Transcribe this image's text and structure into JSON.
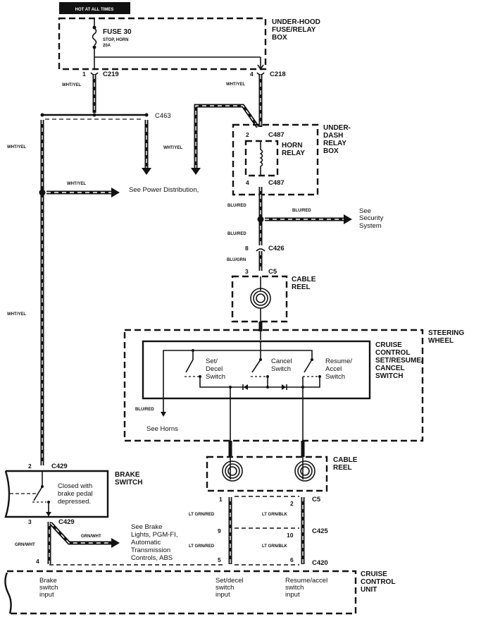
{
  "header": {
    "hot_label": "HOT AT ALL TIMES"
  },
  "fuse_box": {
    "title": [
      "UNDER-HOOD",
      "FUSE/RELAY",
      "BOX"
    ],
    "fuse_name": "FUSE 30",
    "fuse_desc": "STOP, HORN",
    "fuse_rating": "20A"
  },
  "connectors": {
    "c219_pin": "1",
    "c219": "C219",
    "c218_pin": "4",
    "c218": "C218",
    "c463": "C463",
    "c487_top_pin": "2",
    "c487_top": "C487",
    "c487_bot_pin": "4",
    "c487_bot": "C487",
    "c426_pin": "8",
    "c426": "C426",
    "c5_top_pin": "3",
    "c5_top": "C5",
    "c429_top_pin": "2",
    "c429_top": "C429",
    "c429_bot_pin": "3",
    "c429_bot": "C429",
    "c5_left_pin": "1",
    "c5_right_pin": "2",
    "c5_bot": "C5",
    "c425_left_pin": "9",
    "c425_right_pin": "10",
    "c425": "C425",
    "c420_left_pin": "5",
    "c420_right_pin": "6",
    "c420": "C420",
    "brake_unit_pin": "4"
  },
  "wires": {
    "wht_yel": "WHT/YEL",
    "blu_red": "BLU/RED",
    "blu_grn": "BLU/GRN",
    "grn_wht": "GRN/WHT",
    "lt_grn_red": "LT GRN/RED",
    "lt_grn_blk": "LT GRN/BLK"
  },
  "references": {
    "power_distribution": "See Power Distribution,",
    "security": [
      "See",
      "Security",
      "System"
    ],
    "horns": "See Horns",
    "brake_lights": [
      "See Brake",
      "Lights, PGM-FI,",
      "Automatic",
      "Transmission",
      "Controls, ABS"
    ]
  },
  "relay_box": {
    "title": [
      "UNDER-",
      "DASH",
      "RELAY",
      "BOX"
    ],
    "relay": [
      "HORN",
      "RELAY"
    ]
  },
  "cable_reel": {
    "title": [
      "CABLE",
      "REEL"
    ]
  },
  "steering_wheel": {
    "title": [
      "STEERING",
      "WHEEL"
    ]
  },
  "cruise_switch": {
    "title": [
      "CRUISE",
      "CONTROL",
      "SET/RESUME/",
      "CANCEL",
      "SWITCH"
    ],
    "set_decel": [
      "Set/",
      "Decel",
      "Switch"
    ],
    "cancel": [
      "Cancel",
      "Switch"
    ],
    "resume_accel": [
      "Resume/",
      "Accel",
      "Switch"
    ]
  },
  "brake_switch": {
    "title": [
      "BRAKE",
      "SWITCH"
    ],
    "note": [
      "Closed with",
      "brake pedal",
      "depressed."
    ]
  },
  "cruise_unit": {
    "title": [
      "CRUISE",
      "CONTROL",
      "UNIT"
    ],
    "brake_input": [
      "Brake",
      "switch",
      "input"
    ],
    "set_input": [
      "Set/decel",
      "switch",
      "input"
    ],
    "resume_input": [
      "Resume/accel",
      "switch",
      "input"
    ]
  }
}
